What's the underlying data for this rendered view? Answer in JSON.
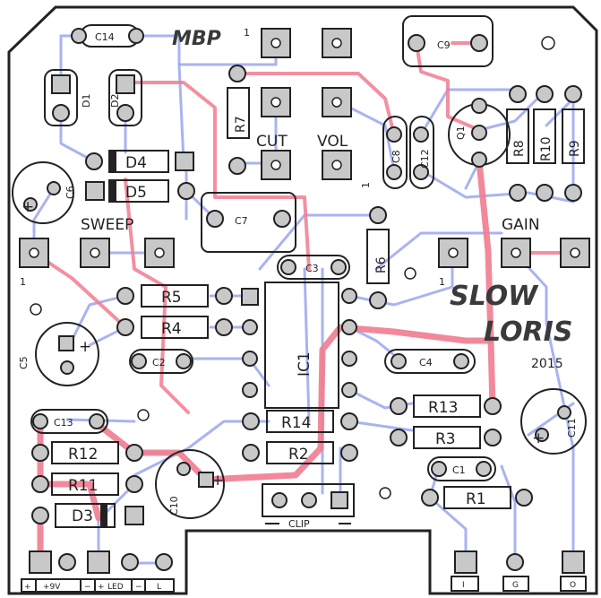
{
  "labels": {
    "brand": "MBP",
    "title_line1": "SLOW",
    "title_line2": "LORIS",
    "year": "2015",
    "cut": "CUT",
    "vol": "VOL",
    "sweep": "SWEEP",
    "gain": "GAIN",
    "clip": "CLIP",
    "pin1": "1"
  },
  "components": {
    "c14": "C14",
    "c9": "C9",
    "d1": "D1",
    "d2": "D2",
    "r7": "R7",
    "c8": "C8",
    "c12": "C12",
    "q1": "Q1",
    "r8": "R8",
    "r10": "R10",
    "r9": "R9",
    "d4": "D4",
    "d5": "D5",
    "c6": "C6",
    "c7": "C7",
    "r6": "R6",
    "c3": "C3",
    "r5": "R5",
    "r4": "R4",
    "c5": "C5",
    "c2": "C2",
    "ic1": "IC1",
    "c4": "C4",
    "r13": "R13",
    "c11": "C11",
    "r3": "R3",
    "r14": "R14",
    "r2": "R2",
    "c13": "C13",
    "r12": "R12",
    "r11": "R11",
    "d3": "D3",
    "c10": "C10",
    "c1": "C1",
    "r1": "R1"
  },
  "connector": {
    "plus9v": "+9V",
    "led": "LED",
    "l": "L",
    "plus_a": "+",
    "minus_a": "−",
    "minus_b": "−",
    "plus_b": "+",
    "io_i": "I",
    "io_g": "G",
    "io_o": "O"
  },
  "colors": {
    "top_trace": "#f07c90",
    "bottom_trace": "#9aa6f0",
    "silkscreen": "#222222",
    "pad": "#c8c8c8"
  }
}
